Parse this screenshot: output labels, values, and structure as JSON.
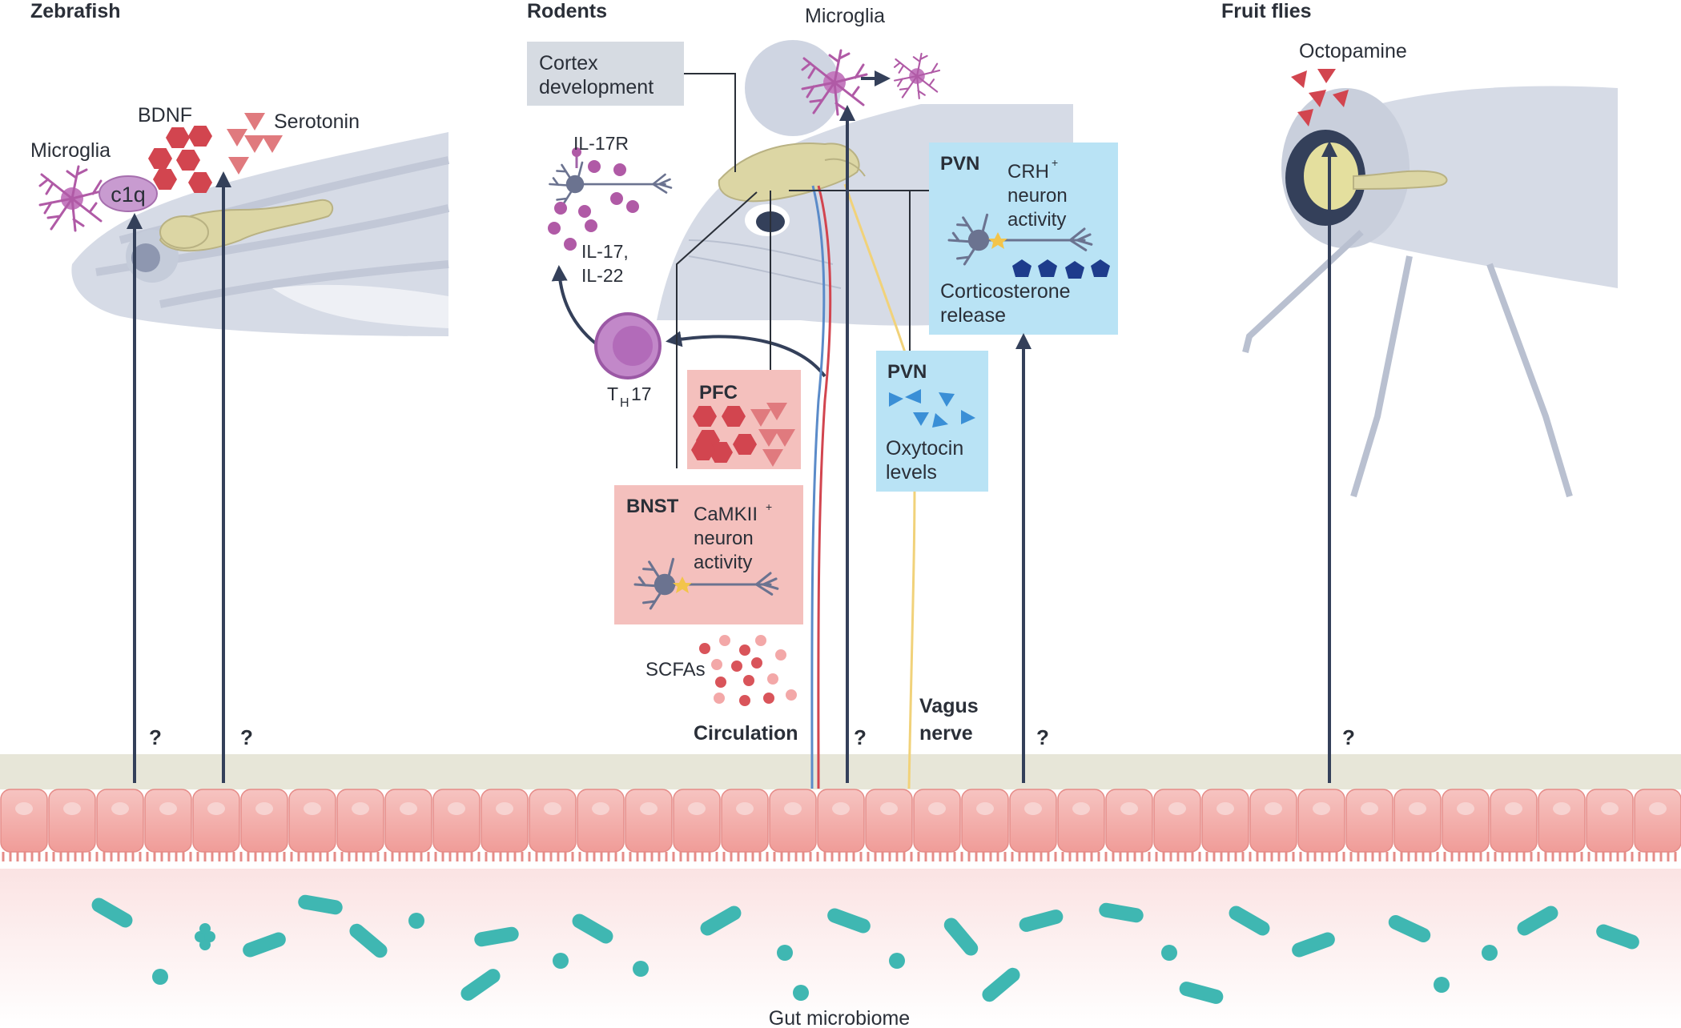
{
  "sections": {
    "zebrafish": "Zebrafish",
    "rodents": "Rodents",
    "fruit_flies": "Fruit flies"
  },
  "zebrafish": {
    "microglia": "Microglia",
    "c1q": "c1q",
    "bdnf": "BDNF",
    "serotonin": "Serotonin"
  },
  "rodents": {
    "microglia": "Microglia",
    "cortex_line1": "Cortex",
    "cortex_line2": "development",
    "il17r": "IL-17R",
    "il17_line1": "IL-17,",
    "il17_line2": "IL-22",
    "th17_main": "T",
    "th17_sub": "H",
    "th17_num": "17",
    "pfc": "PFC",
    "bnst": "BNST",
    "camk_line1": "CaMKII",
    "camk_sup": "+",
    "camk_line2": "neuron",
    "camk_line3": "activity",
    "scfas": "SCFAs",
    "circulation": "Circulation",
    "vagus_line1": "Vagus",
    "vagus_line2": "nerve",
    "pvn_crh": "PVN",
    "crh_line1": "CRH",
    "crh_sup": "+",
    "crh_line2": "neuron",
    "crh_line3": "activity",
    "cort_line1": "Corticosterone",
    "cort_line2": "release",
    "pvn_oxy": "PVN",
    "oxy_line1": "Oxytocin",
    "oxy_line2": "levels"
  },
  "fruit_flies": {
    "octopamine": "Octopamine"
  },
  "question_mark": "?",
  "gut_microbiome": "Gut microbiome",
  "colors": {
    "arrow": "#34405a",
    "microglia": "#b05aa6",
    "bdnf": "#d2454f",
    "serotonin": "#e07a7e",
    "pvn_box": "#b9e3f5",
    "pfc_box": "#f4c0bd",
    "epithelium": "#f2b0ad",
    "bacteria": "#3fb7b2",
    "scfa": "#d9545a",
    "oxytocin": "#3a8fd6",
    "corticosterone": "#1e3c8c",
    "brain": "#dcd6a4"
  }
}
